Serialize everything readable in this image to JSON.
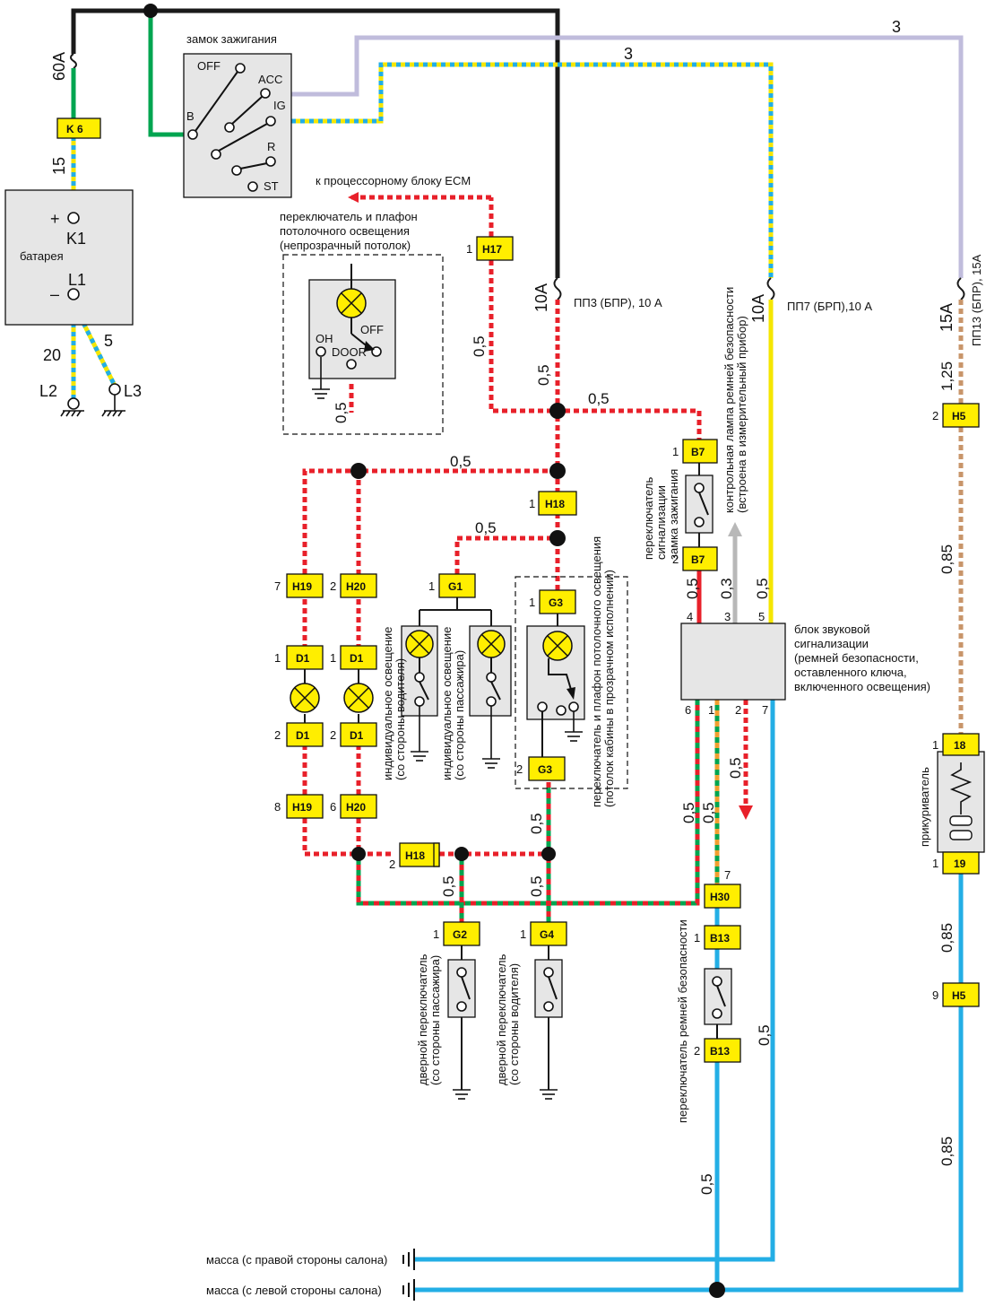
{
  "connectors": {
    "K6": "K 6",
    "H17": "H17",
    "H18": "H18",
    "H19": "H19",
    "H20": "H20",
    "D1": "D1",
    "G1": "G1",
    "G2": "G2",
    "G3": "G3",
    "G4": "G4",
    "B7": "B7",
    "B13": "B13",
    "H5": "H5",
    "H30": "H30",
    "c18": "18",
    "c19": "19"
  },
  "pins": {
    "p1": "1",
    "p2": "2",
    "p3": "3",
    "p4": "4",
    "p5": "5",
    "p6": "6",
    "p7": "7",
    "p8": "8",
    "p9": "9"
  },
  "battery": {
    "title": "батарея",
    "plus": "+",
    "minus": "–",
    "k1": "K1",
    "l1": "L1",
    "l2": "L2",
    "l3": "L3"
  },
  "ignition": {
    "title": "замок зажигания",
    "off": "OFF",
    "acc": "ACC",
    "ig": "IG",
    "b": "B",
    "r": "R",
    "st": "ST"
  },
  "fuses": {
    "f60": "60A",
    "f10a": "10A",
    "f15a": "15A",
    "pp3": "ПП3 (БПР), 10 А",
    "pp7": "ПП7 (БРП),10 А",
    "pp13": "ПП13 (БПР), 15А"
  },
  "wires": {
    "w15": "15",
    "w20": "20",
    "w5": "5",
    "w3": "3",
    "w05": "0,5",
    "w03": "0,3",
    "w125": "1,25",
    "w085": "0,85"
  },
  "labels": {
    "ecm": "к процессорному блоку ECM",
    "dome1": "переключатель и плафон",
    "dome2": "потолочного освещения",
    "dome3": "(непрозрачный потолок)",
    "on": "OH",
    "door": "DOOR",
    "offsw": "OFF",
    "indiv_drv1": "индивидуальное освещение",
    "indiv_drv2": "(со стороны водителя)",
    "indiv_pas1": "индивидуальное освещение",
    "indiv_pas2": "(со стороны пассажира)",
    "dome_tr1": "переключатель и плафон потолочного освещения",
    "dome_tr2": "(потолок кабины в прозрачном исполнении)",
    "door_pas1": "дверной переключатель",
    "door_pas2": "(со стороны пассажира)",
    "door_drv1": "дверной переключатель",
    "door_drv2": "(со стороны водителя)",
    "key_sw1": "переключатель",
    "key_sw2": "сигнализации",
    "key_sw3": "замка зажигания",
    "belt_lamp1": "контрольная лампа ремней безопасности",
    "belt_lamp2": "(встроена в измерительный прибор)",
    "buzzer1": "блок звуковой",
    "buzzer2": "сигнализации",
    "buzzer3": "(ремней безопасности,",
    "buzzer4": "оставленного ключа,",
    "buzzer5": "включенного освещения)",
    "belt_sw": "переключатель ремней безопасности",
    "lighter": "прикуриватель",
    "gnd_right": "масса (с правой стороны салона)",
    "gnd_left": "масса (с левой стороны салона)"
  },
  "colors": {
    "black": "#1a1a1a",
    "green": "#00a550",
    "red": "#e8202a",
    "yellow": "#f5e600",
    "blue": "#23aee5",
    "lavender": "#c0bcdc",
    "tan": "#c8956a",
    "gray": "#b8b8b8",
    "orange": "#f0a030"
  }
}
